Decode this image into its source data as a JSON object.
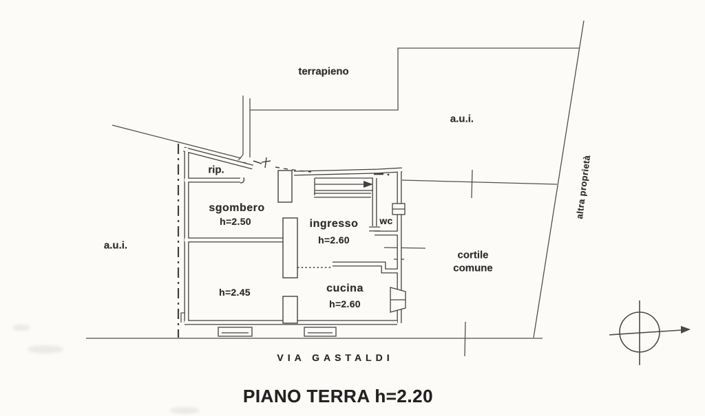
{
  "page": {
    "paper_color": "#fcfbf8",
    "ink_color": "#454545"
  },
  "plan": {
    "title": "PIANO TERRA h=2.20",
    "street_label": "VIA GASTALDI",
    "area_labels": {
      "terrapieno": "terrapieno",
      "aui_right": "a.u.i.",
      "aui_left": "a.u.i.",
      "altra_proprieta": "altra proprietà",
      "cortile_line1": "cortile",
      "cortile_line2": "comune"
    },
    "rooms": {
      "rip": {
        "label": "rip."
      },
      "sgombero": {
        "label": "sgombero",
        "height": "h=2.50"
      },
      "ingresso": {
        "label": "ingresso",
        "height": "h=2.60"
      },
      "wc": {
        "label": "wc"
      },
      "room_245": {
        "height": "h=2.45"
      },
      "cucina": {
        "label": "cucina",
        "height": "h=2.60"
      }
    },
    "compass": {
      "icon": "north-arrow"
    }
  }
}
